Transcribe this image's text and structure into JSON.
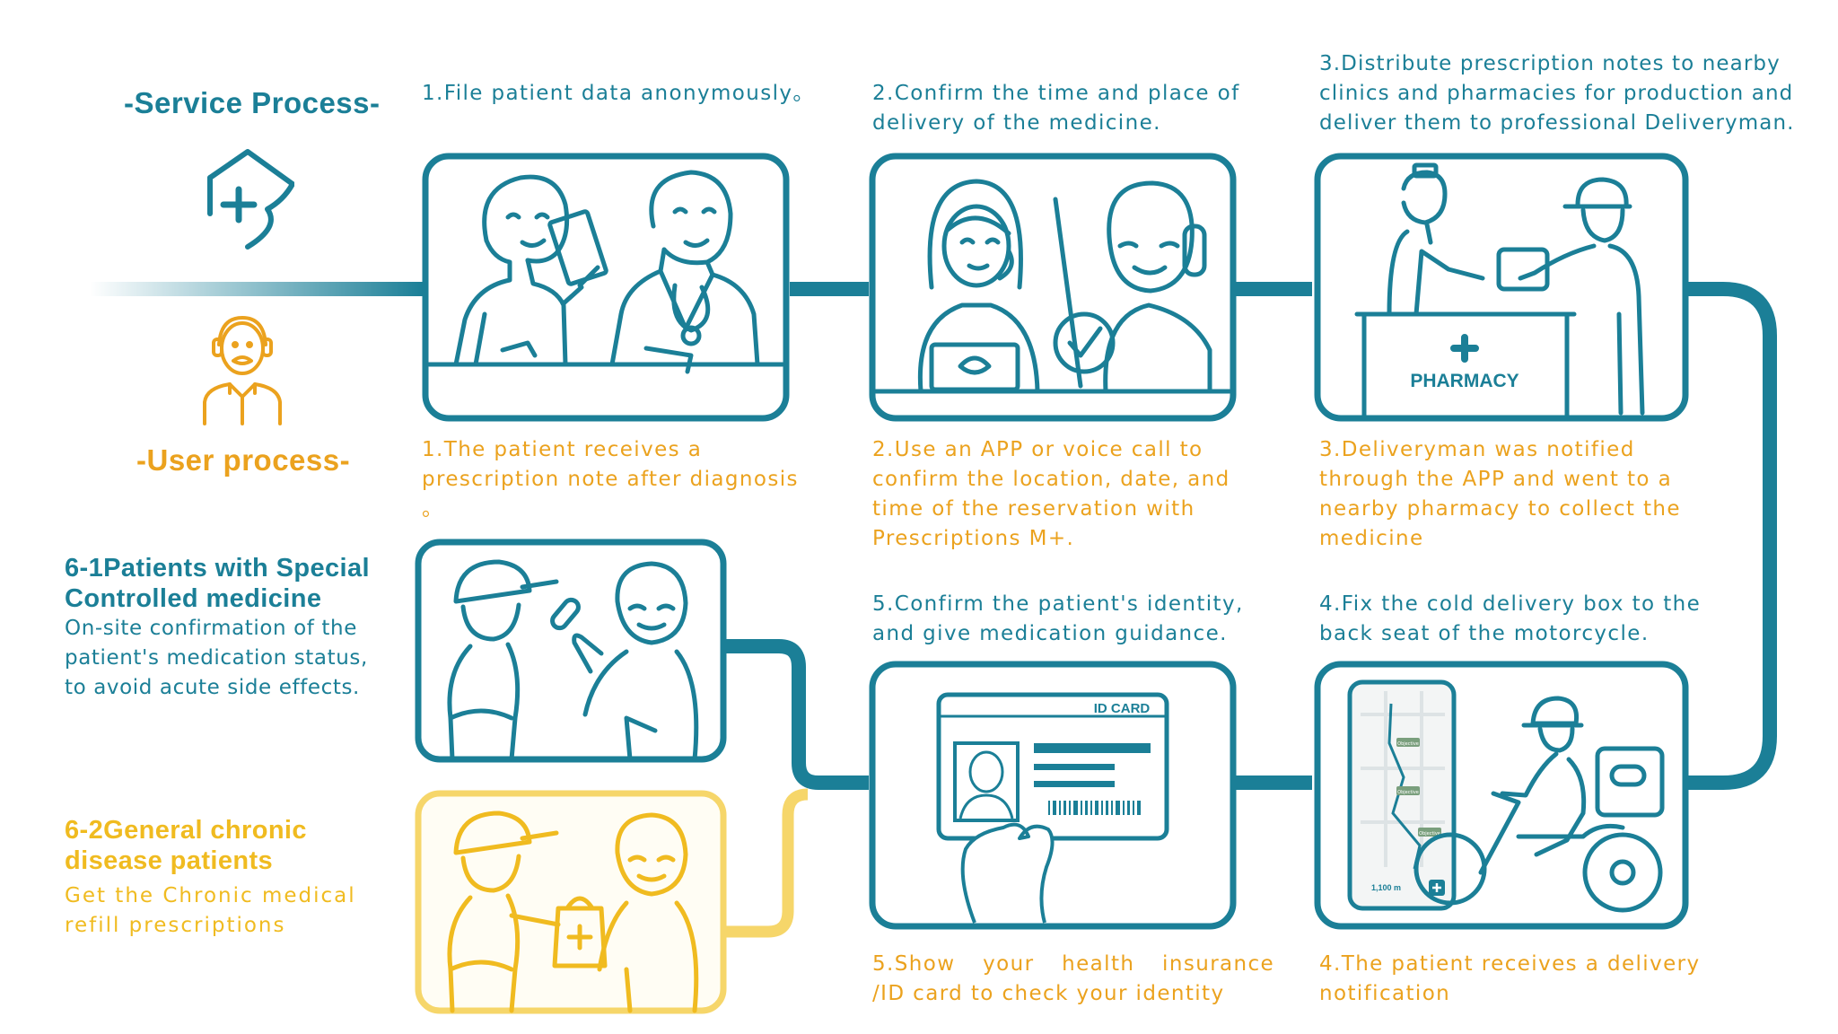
{
  "colors": {
    "teal": "#1b7f97",
    "orange": "#eba21e",
    "yellow": "#f6c737",
    "gray": "#9aa6ab"
  },
  "service_process": {
    "label": "-Service Process-",
    "icon": "home-medical-cross-icon"
  },
  "user_process": {
    "label": "-User process-",
    "icon": "elderly-user-headset-icon"
  },
  "steps": {
    "service_1": "1.File patient data anonymously。",
    "service_2": [
      "2.Confirm the time and place of",
      "delivery of the medicine."
    ],
    "service_3": [
      "3.Distribute prescription notes to nearby",
      "clinics and pharmacies for production and",
      "deliver them to professional Deliveryman."
    ],
    "user_1": [
      "1.The patient receives a",
      "prescription note after diagnosis",
      "。"
    ],
    "user_2": [
      "2.Use an APP or voice call to",
      "confirm the location, date, and",
      "time of the reservation with",
      "Prescriptions M+."
    ],
    "user_3": [
      "3.Deliveryman was notified",
      "through the APP and went to a",
      "nearby pharmacy to collect the",
      "medicine"
    ],
    "service_4": [
      "4.Fix the cold delivery box to the",
      "back seat of the motorcycle."
    ],
    "user_4": [
      "4.The patient receives a delivery",
      "notification"
    ],
    "service_5": [
      "5.Confirm the patient's identity,",
      "and give medication guidance."
    ],
    "user_5": [
      "5.Show your health insurance",
      "/ID card to check your identity"
    ]
  },
  "patients": {
    "special": {
      "title": [
        "6-1Patients with Special",
        "Controlled medicine"
      ],
      "desc": [
        "On-site confirmation of the",
        "patient's medication status,",
        "to avoid acute side effects."
      ]
    },
    "chronic": {
      "title": [
        "6-2General chronic",
        "disease patients"
      ],
      "desc": [
        "Get the Chronic medical",
        "refill prescriptions"
      ]
    }
  },
  "panels": {
    "pharmacy_sign": "PHARMACY",
    "id_card_label": "ID CARD",
    "phone_distance": "1,100 m",
    "phone_map_tag": "Objective"
  }
}
